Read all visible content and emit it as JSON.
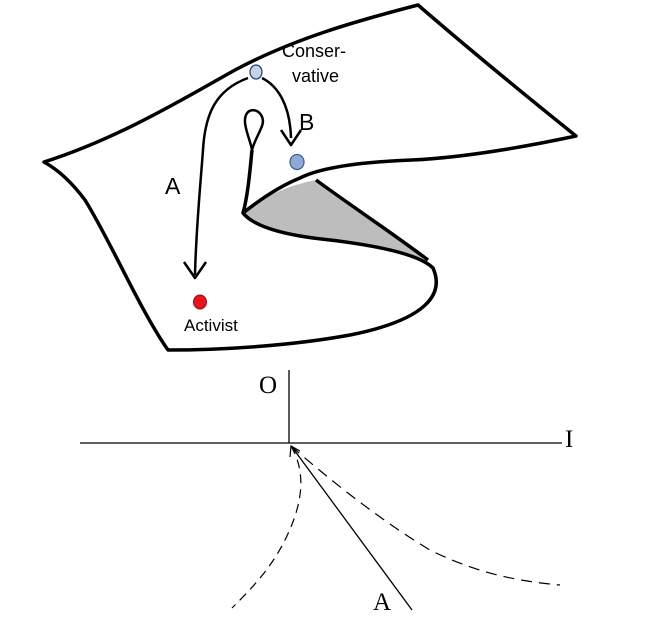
{
  "surface": {
    "labels": {
      "conservative_line1": "Conser-",
      "conservative_line2": "vative",
      "path_a": "A",
      "path_b": "B",
      "activist": "Activist"
    },
    "colors": {
      "conservative_point": "#c5d3e8",
      "point_b": "#8fa9d6",
      "activist_point": "#e8141c",
      "fold_fill": "#bdbdbd",
      "stroke": "#000000"
    }
  },
  "axes": {
    "labels": {
      "vertical": "O",
      "horizontal": "I",
      "ray": "A"
    }
  }
}
